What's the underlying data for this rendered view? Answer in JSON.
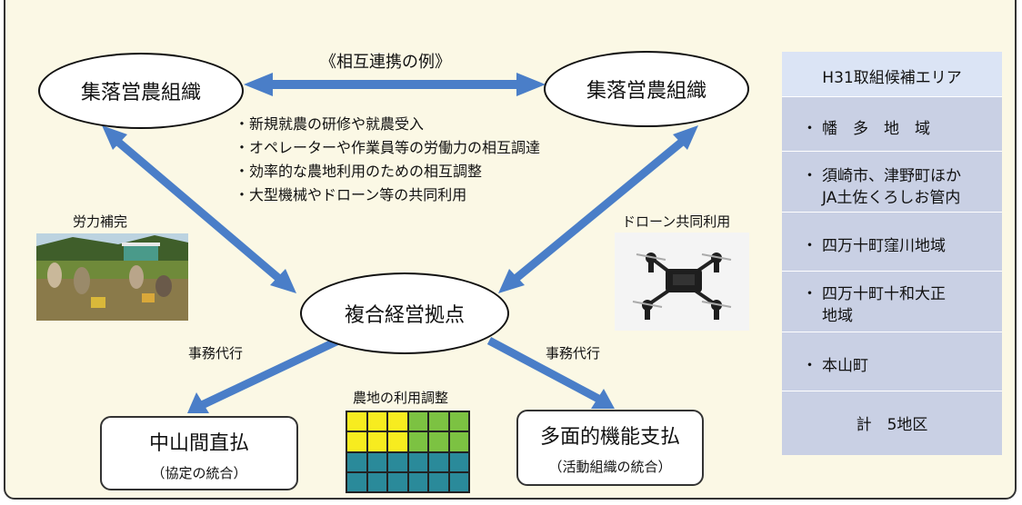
{
  "nodes": {
    "village_left": "集落営農組織",
    "village_right": "集落営農組織",
    "hub": "複合経営拠点"
  },
  "cooperation_title": "《相互連携の例》",
  "cooperation_items": [
    "・新規就農の研修や就農受入",
    "・オペレーターや作業員等の労働力の相互調達",
    "・効率的な農地利用のための相互調整",
    "・大型機械やドローン等の共同利用"
  ],
  "labor_caption": "労力補完",
  "drone_caption": "ドローン共同利用",
  "admin_left": "事務代行",
  "admin_right": "事務代行",
  "land_caption": "農地の利用調整",
  "box_left": {
    "main": "中山間直払",
    "sub": "（協定の統合）"
  },
  "box_right": {
    "main": "多面的機能支払",
    "sub": "（活動組織の統合）"
  },
  "land_grid": {
    "rows": [
      [
        "yellow",
        "yellow",
        "yellow",
        "green",
        "green",
        "green"
      ],
      [
        "yellow",
        "yellow",
        "yellow",
        "green",
        "green",
        "green"
      ],
      [
        "teal",
        "teal",
        "teal",
        "teal",
        "teal",
        "teal"
      ],
      [
        "teal",
        "teal",
        "teal",
        "teal",
        "teal",
        "teal"
      ]
    ],
    "colors": {
      "yellow": "#f7ec1f",
      "green": "#7cc242",
      "teal": "#2a8a9a"
    }
  },
  "areas": {
    "header": "H31取組候補エリア",
    "items": [
      {
        "bullet": "・",
        "line1": "幡　多　地　域",
        "line2": ""
      },
      {
        "bullet": "・",
        "line1": "須崎市、津野町ほか",
        "line2": "JA土佐くろしお管内"
      },
      {
        "bullet": "・",
        "line1": "四万十町窪川地域",
        "line2": ""
      },
      {
        "bullet": "・",
        "line1": "四万十町十和大正",
        "line2": "地域"
      },
      {
        "bullet": "・",
        "line1": "本山町",
        "line2": ""
      }
    ],
    "total": "計　5地区"
  },
  "colors": {
    "arrow": "#4a7ec8",
    "area_header": "#dbe4f5",
    "area_body": "#c9d0e4",
    "panel": "#fbf8e5"
  }
}
